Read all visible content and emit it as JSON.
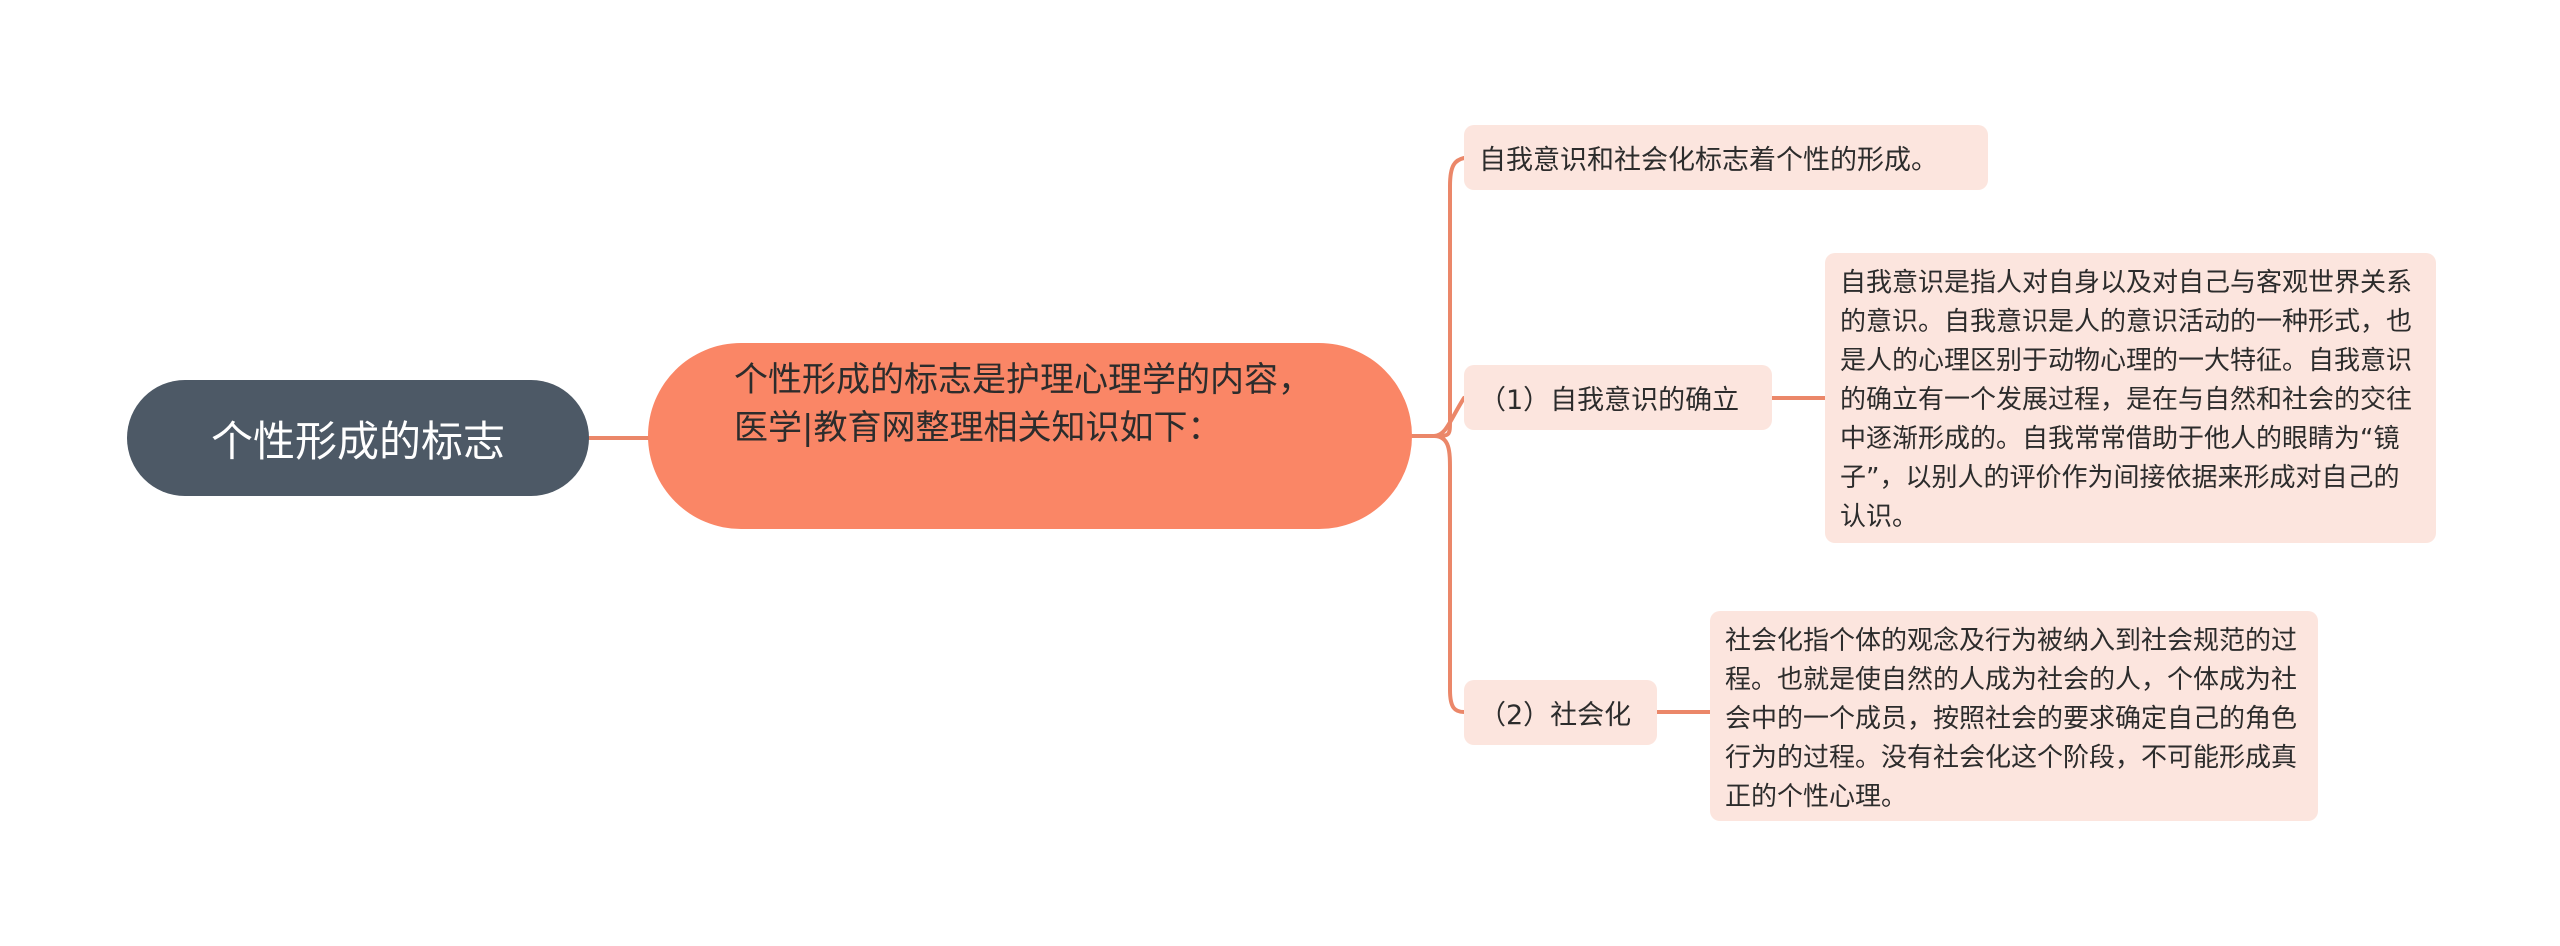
{
  "mindmap": {
    "root": {
      "label": "个性形成的标志"
    },
    "main": {
      "label": "个性形成的标志是护理心理学的内容，医学|教育网整理相关知识如下："
    },
    "branches": [
      {
        "label": "自我意识和社会化标志着个性的形成。"
      },
      {
        "label": "（1）自我意识的确立",
        "detail": "自我意识是指人对自身以及对自己与客观世界关系的意识。自我意识是人的意识活动的一种形式，也是人的心理区别于动物心理的一大特征。自我意识的确立有一个发展过程，是在与自然和社会的交往中逐渐形成的。自我常常借助于他人的眼睛为“镜子”，以别人的评价作为间接依据来形成对自己的认识。"
      },
      {
        "label": "（2）社会化",
        "detail": "社会化指个体的观念及行为被纳入到社会规范的过程。也就是使自然的人成为社会的人，个体成为社会中的一个成员，按照社会的要求确定自己的角色行为的过程。没有社会化这个阶段，不可能形成真正的个性心理。"
      }
    ],
    "colors": {
      "root_fill": "#4D5966",
      "main_fill": "#FA8666",
      "sub_fill": "#FCE5DE",
      "connector": "#EB8769"
    }
  }
}
